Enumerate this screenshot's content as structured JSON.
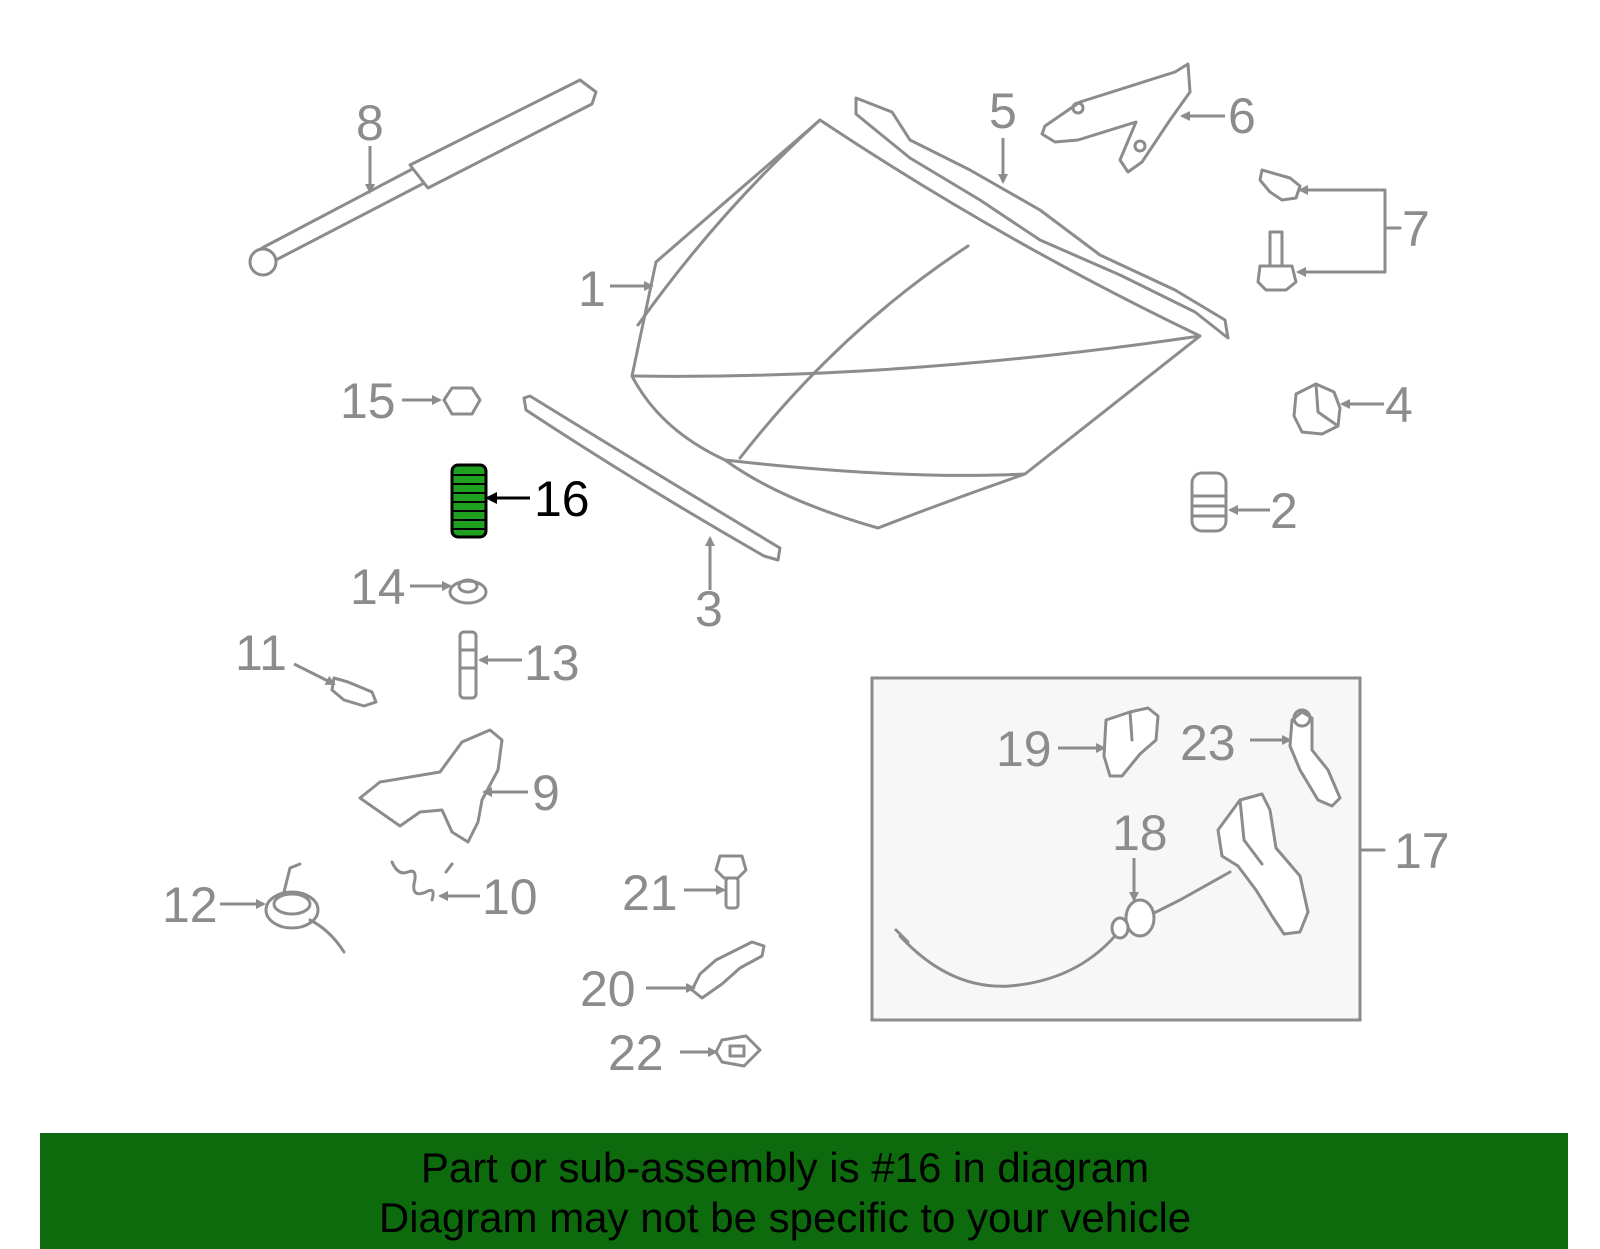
{
  "callouts": {
    "c1": "1",
    "c2": "2",
    "c3": "3",
    "c4": "4",
    "c5": "5",
    "c6": "6",
    "c7": "7",
    "c8": "8",
    "c9": "9",
    "c10": "10",
    "c11": "11",
    "c12": "12",
    "c13": "13",
    "c14": "14",
    "c15": "15",
    "c16": "16",
    "c17": "17",
    "c18": "18",
    "c19": "19",
    "c20": "20",
    "c21": "21",
    "c22": "22",
    "c23": "23"
  },
  "highlighted_part": "16",
  "colors": {
    "line_art": "#8c8c8c",
    "highlight_part": "#1fa01f",
    "highlight_label": "#000000",
    "banner_background": "#0d6b0d",
    "inset_background": "#f7f7f7"
  },
  "banner": {
    "line1": "Part or sub-assembly is #16 in diagram",
    "line2": "Diagram may not be specific to your vehicle"
  }
}
